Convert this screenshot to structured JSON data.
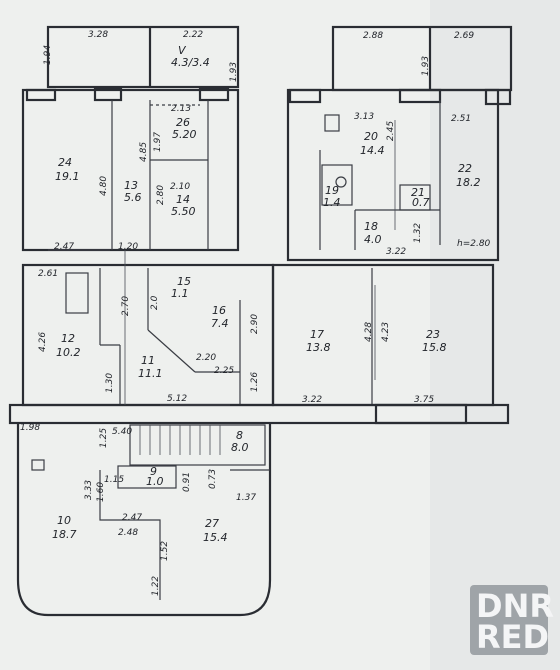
{
  "rooms": [
    {
      "id": "v",
      "number": "V",
      "area": "4.3/3.4"
    },
    {
      "id": "24",
      "number": "24",
      "area": "19.1"
    },
    {
      "id": "26",
      "number": "26",
      "area": "5.20"
    },
    {
      "id": "13",
      "number": "13",
      "area": "5.6"
    },
    {
      "id": "14",
      "number": "14",
      "area": "5.50"
    },
    {
      "id": "20",
      "number": "20",
      "area": "14.4"
    },
    {
      "id": "22",
      "number": "22",
      "area": "18.2"
    },
    {
      "id": "19",
      "number": "19",
      "area": "1.4"
    },
    {
      "id": "21",
      "number": "21",
      "area": "0.7"
    },
    {
      "id": "18",
      "number": "18",
      "area": "4.0"
    },
    {
      "id": "12",
      "number": "12",
      "area": "10.2"
    },
    {
      "id": "15",
      "number": "15",
      "area": "1.1"
    },
    {
      "id": "16",
      "number": "16",
      "area": "7.4"
    },
    {
      "id": "11",
      "number": "11",
      "area": "11.1"
    },
    {
      "id": "17",
      "number": "17",
      "area": "13.8"
    },
    {
      "id": "23",
      "number": "23",
      "area": "15.8"
    },
    {
      "id": "8",
      "number": "8",
      "area": "8.0"
    },
    {
      "id": "9",
      "number": "9",
      "area": "1.0"
    },
    {
      "id": "10",
      "number": "10",
      "area": "18.7"
    },
    {
      "id": "27",
      "number": "27",
      "area": "15.4"
    }
  ],
  "dimensions": [
    "3.28",
    "2.22",
    "1.94",
    "1.93",
    "2.88",
    "2.69",
    "1.93",
    "2.13",
    "1.97",
    "4.85",
    "2.10",
    "4.80",
    "2.80",
    "2.47",
    "1.20",
    "3.13",
    "2.45",
    "2.51",
    "3.22",
    "1.32",
    "h=2.80",
    "2.61",
    "2.70",
    "2.0",
    "2.90",
    "4.26",
    "2.20",
    "2.25",
    "1.26",
    "1.30",
    "4.28",
    "4.23",
    "5.12",
    "3.22",
    "3.75",
    "1.98",
    "1.25",
    "5.40",
    "1.15",
    "0.91",
    "3.33",
    "1.60",
    "0.73",
    "1.37",
    "2.47",
    "2.48",
    "1.52",
    "1.22"
  ],
  "watermark": {
    "line1": "DNR",
    "line2": "RED"
  }
}
